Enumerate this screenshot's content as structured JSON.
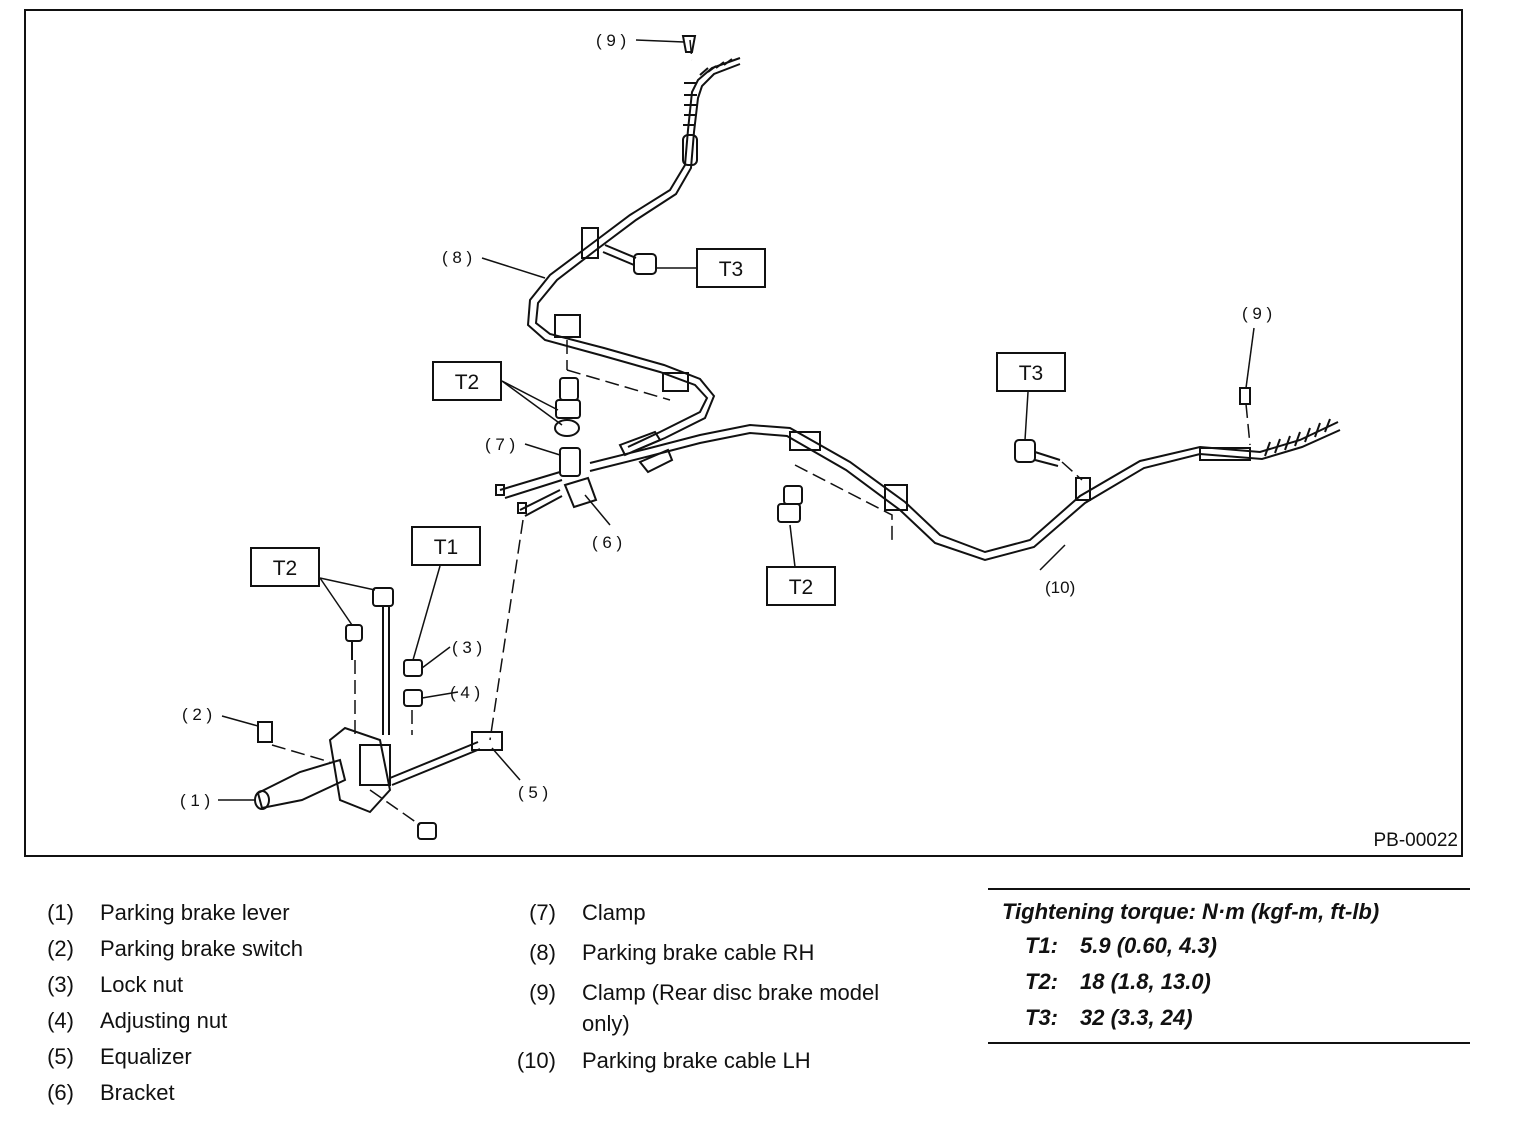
{
  "diagram": {
    "code": "PB-00022",
    "callouts": {
      "c1": "( 1 )",
      "c2": "( 2 )",
      "c3": "( 3 )",
      "c4": "( 4 )",
      "c5": "( 5 )",
      "c6": "( 6 )",
      "c7": "( 7 )",
      "c8": "( 8 )",
      "c9a": "( 9 )",
      "c9b": "( 9 )",
      "c10": "(10)"
    },
    "torque_boxes": {
      "t3a": "T3",
      "t3b": "T3",
      "t2a": "T2",
      "t2b": "T2",
      "t2c": "T2",
      "t1": "T1"
    }
  },
  "legend": {
    "col1": [
      {
        "num": "(1)",
        "text": "Parking brake lever"
      },
      {
        "num": "(2)",
        "text": "Parking brake switch"
      },
      {
        "num": "(3)",
        "text": "Lock nut"
      },
      {
        "num": "(4)",
        "text": "Adjusting nut"
      },
      {
        "num": "(5)",
        "text": "Equalizer"
      },
      {
        "num": "(6)",
        "text": "Bracket"
      }
    ],
    "col2": [
      {
        "num": "(7)",
        "text": "Clamp"
      },
      {
        "num": "(8)",
        "text": "Parking brake cable RH"
      },
      {
        "num": "(9)",
        "text": "Clamp (Rear disc brake model only)"
      },
      {
        "num": "(10)",
        "text": "Parking brake cable LH"
      }
    ]
  },
  "torque": {
    "heading": "Tightening torque: N·m (kgf-m, ft-lb)",
    "rows": [
      {
        "key": "T1:",
        "value": "5.9 (0.60, 4.3)"
      },
      {
        "key": "T2:",
        "value": "18 (1.8, 13.0)"
      },
      {
        "key": "T3:",
        "value": "32 (3.3, 24)"
      }
    ]
  }
}
